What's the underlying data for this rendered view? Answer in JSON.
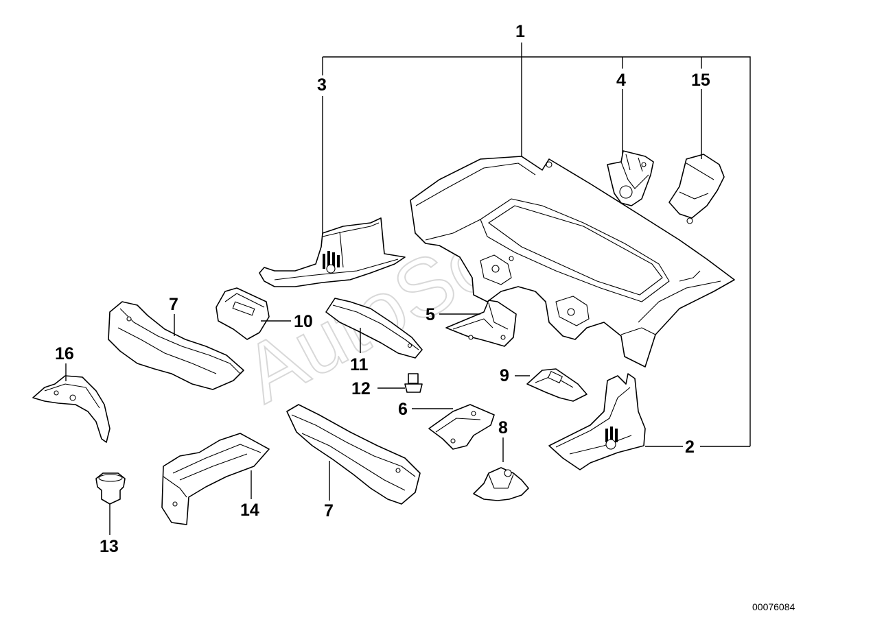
{
  "diagram": {
    "watermark": "AutoSoft",
    "reference_number": "00076084",
    "callouts": {
      "c1": "1",
      "c2": "2",
      "c3": "3",
      "c4": "4",
      "c5": "5",
      "c6": "6",
      "c7a": "7",
      "c7b": "7",
      "c8": "8",
      "c9": "9",
      "c10": "10",
      "c11": "11",
      "c12": "12",
      "c13": "13",
      "c14": "14",
      "c15": "15",
      "c16": "16"
    },
    "line_color": "#000000",
    "background": "#ffffff",
    "watermark_color": "#d8d8d8"
  }
}
